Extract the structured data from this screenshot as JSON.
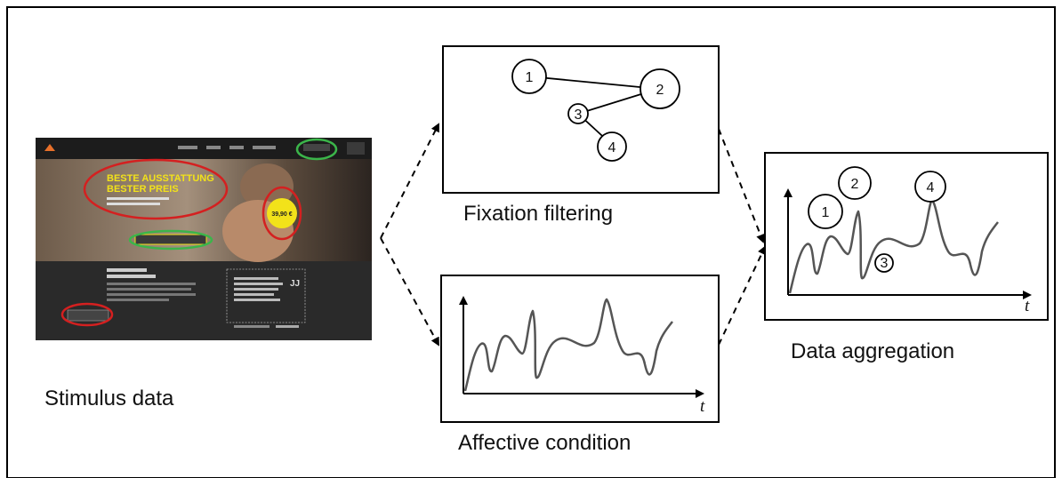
{
  "stimulus": {
    "label": "Stimulus data",
    "headline_1": "BESTE AUSSTATTUNG",
    "headline_2": "BESTER PREIS",
    "price": "39,90 €"
  },
  "fixation": {
    "label": "Fixation filtering",
    "points": [
      "1",
      "2",
      "3",
      "4"
    ]
  },
  "affective": {
    "label": "Affective condition",
    "axis_label": "t"
  },
  "aggregation": {
    "label": "Data aggregation",
    "axis_label": "t",
    "markers": [
      "1",
      "2",
      "3",
      "4"
    ]
  },
  "colors": {
    "stroke": "#000000",
    "curve": "#555555",
    "highlight_red": "#d42020",
    "highlight_green": "#3bb54a",
    "site_yellow": "#f2e21a"
  }
}
